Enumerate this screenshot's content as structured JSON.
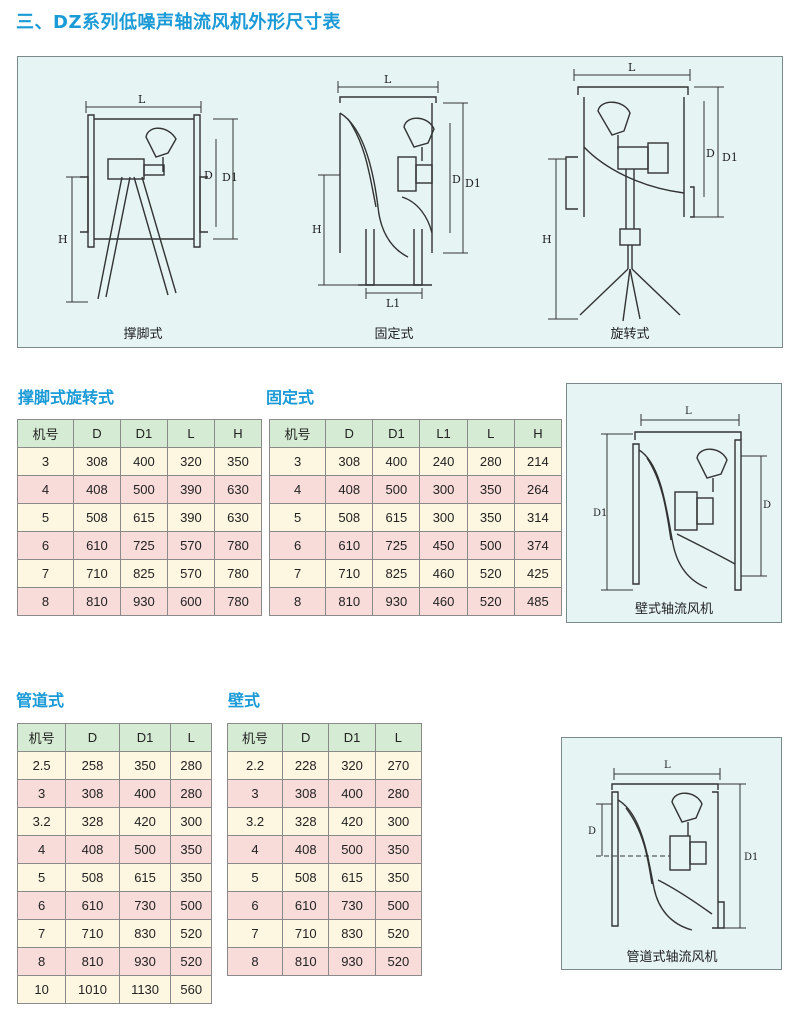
{
  "page_title": "三、DZ系列低噪声轴流风机外形尺寸表",
  "diagrams": {
    "dim_L": "L",
    "dim_L1": "L1",
    "dim_D": "D",
    "dim_D1": "D1",
    "dim_H": "H",
    "captions": {
      "support_leg": "撑脚式",
      "fixed": "固定式",
      "rotating": "旋转式",
      "wall_fan": "壁式轴流风机",
      "duct_fan": "管道式轴流风机"
    }
  },
  "tables": {
    "support_rotating": {
      "title": "撑脚式旋转式",
      "headers": [
        "机号",
        "D",
        "D1",
        "L",
        "H"
      ],
      "rows": [
        [
          "3",
          "308",
          "400",
          "320",
          "350"
        ],
        [
          "4",
          "408",
          "500",
          "390",
          "630"
        ],
        [
          "5",
          "508",
          "615",
          "390",
          "630"
        ],
        [
          "6",
          "610",
          "725",
          "570",
          "780"
        ],
        [
          "7",
          "710",
          "825",
          "570",
          "780"
        ],
        [
          "8",
          "810",
          "930",
          "600",
          "780"
        ]
      ]
    },
    "fixed": {
      "title": "固定式",
      "headers": [
        "机号",
        "D",
        "D1",
        "L1",
        "L",
        "H"
      ],
      "rows": [
        [
          "3",
          "308",
          "400",
          "240",
          "280",
          "214"
        ],
        [
          "4",
          "408",
          "500",
          "300",
          "350",
          "264"
        ],
        [
          "5",
          "508",
          "615",
          "300",
          "350",
          "314"
        ],
        [
          "6",
          "610",
          "725",
          "450",
          "500",
          "374"
        ],
        [
          "7",
          "710",
          "825",
          "460",
          "520",
          "425"
        ],
        [
          "8",
          "810",
          "930",
          "460",
          "520",
          "485"
        ]
      ]
    },
    "duct": {
      "title": "管道式",
      "headers": [
        "机号",
        "D",
        "D1",
        "L"
      ],
      "rows": [
        [
          "2.5",
          "258",
          "350",
          "280"
        ],
        [
          "3",
          "308",
          "400",
          "280"
        ],
        [
          "3.2",
          "328",
          "420",
          "300"
        ],
        [
          "4",
          "408",
          "500",
          "350"
        ],
        [
          "5",
          "508",
          "615",
          "350"
        ],
        [
          "6",
          "610",
          "730",
          "500"
        ],
        [
          "7",
          "710",
          "830",
          "520"
        ],
        [
          "8",
          "810",
          "930",
          "520"
        ],
        [
          "10",
          "1010",
          "1130",
          "560"
        ]
      ]
    },
    "wall": {
      "title": "壁式",
      "headers": [
        "机号",
        "D",
        "D1",
        "L"
      ],
      "rows": [
        [
          "2.2",
          "228",
          "320",
          "270"
        ],
        [
          "3",
          "308",
          "400",
          "280"
        ],
        [
          "3.2",
          "328",
          "420",
          "300"
        ],
        [
          "4",
          "408",
          "500",
          "350"
        ],
        [
          "5",
          "508",
          "615",
          "350"
        ],
        [
          "6",
          "610",
          "730",
          "500"
        ],
        [
          "7",
          "710",
          "830",
          "520"
        ],
        [
          "8",
          "810",
          "930",
          "520"
        ]
      ]
    }
  }
}
